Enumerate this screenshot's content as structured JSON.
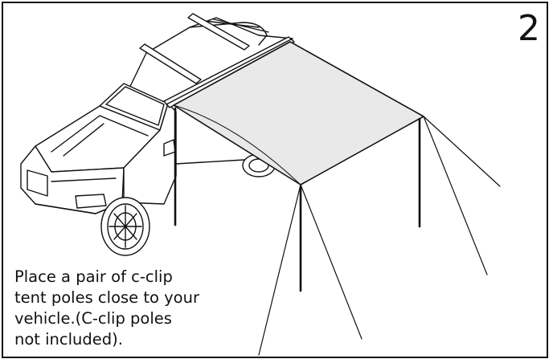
{
  "step": {
    "number": "2"
  },
  "instructions": {
    "lines": [
      "Place a pair of c-clip",
      "tent poles close to your",
      "vehicle.(C-clip poles",
      "not included)."
    ]
  }
}
